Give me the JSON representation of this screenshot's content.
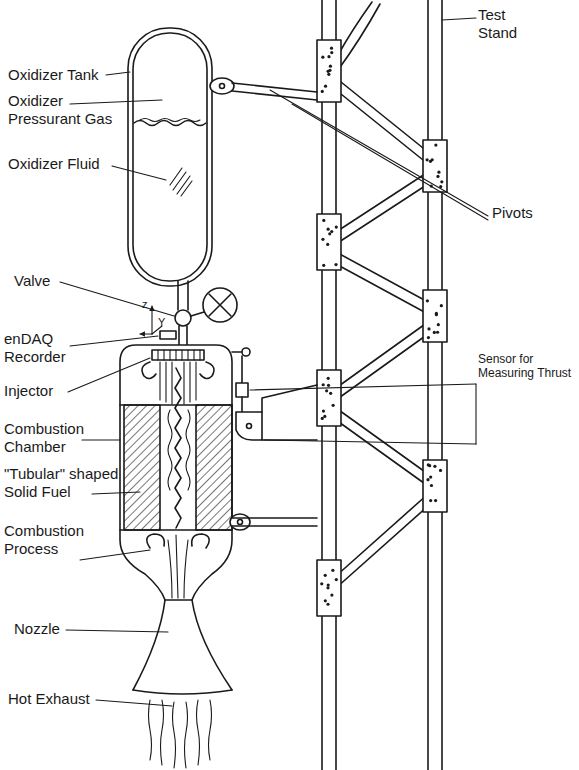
{
  "diagram": {
    "labels": [
      "Oxidizer Tank",
      "Oxidizer Pressurant Gas",
      "Oxidizer Fluid",
      "Valve",
      "enDAQ Recorder",
      "Injector",
      "Combustion Chamber",
      "\"Tubular\" shaped Solid Fuel",
      "Combustion Process",
      "Nozzle",
      "Hot Exhaust",
      "Test Stand",
      "Pivots",
      "Sensor for Measuring Thrust",
      "z",
      "Y"
    ]
  }
}
